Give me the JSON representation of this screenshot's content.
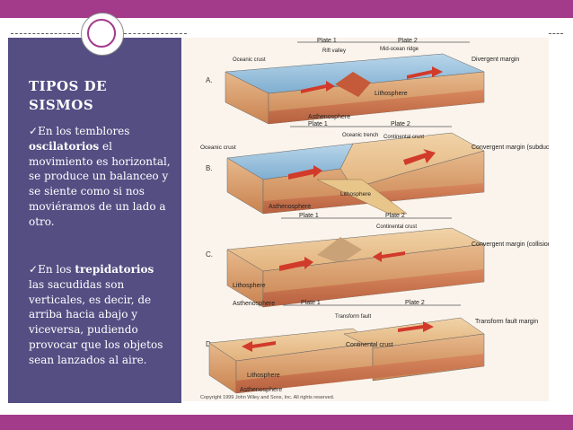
{
  "slide": {
    "title_line1": "TIPOS DE",
    "title_line2": "SISMOS",
    "bullet1": {
      "check": "✓",
      "pre": "En los temblores ",
      "bold": "oscilatorios",
      "post": " el movimiento es horizontal, se produce un balanceo y se siente como si nos moviéramos de un lado a otro."
    },
    "bullet2": {
      "check": "✓",
      "pre": "En los ",
      "bold": "trepidatorios",
      "post": " las sacudidas son verticales, es decir, de arriba hacia abajo y viceversa, pudiendo provocar que los objetos sean lanzados al aire."
    }
  },
  "colors": {
    "accent_bar": "#a33a8a",
    "sidebar": "#544e83",
    "text": "#ffffff"
  },
  "figure": {
    "panelA": {
      "letter": "A.",
      "plate1": "Plate 1",
      "plate2": "Plate 2",
      "oceanic_crust": "Oceanic crust",
      "rift_valley": "Rift valley",
      "mid_ocean_ridge": "Mid-ocean ridge",
      "lithosphere": "Lithosphere",
      "asthenosphere": "Asthenosphere",
      "type": "Divergent margin"
    },
    "panelB": {
      "letter": "B.",
      "plate1": "Plate 1",
      "plate2": "Plate 2",
      "oceanic_trench": "Oceanic trench",
      "oceanic_crust": "Oceanic crust",
      "continental_crust": "Continental crust",
      "lithosphere": "Lithosphere",
      "asthenosphere": "Asthenosphere",
      "type": "Convergent margin (subduction)"
    },
    "panelC": {
      "letter": "C.",
      "plate1": "Plate 1",
      "plate2": "Plate 2",
      "continental_crust": "Continental crust",
      "lithosphere": "Lithosphere",
      "asthenosphere": "Asthenosphere",
      "type": "Convergent margin (collision)"
    },
    "panelD": {
      "letter": "D.",
      "plate1": "Plate 1",
      "plate2": "Plate 2",
      "transform_fault": "Transform fault",
      "continental_crust": "Continental crust",
      "lithosphere": "Lithosphere",
      "asthenosphere": "Asthenosphere",
      "type": "Transform fault margin"
    },
    "copyright": "Copyright 1999 John Wiley and Sons, Inc. All rights reserved."
  }
}
